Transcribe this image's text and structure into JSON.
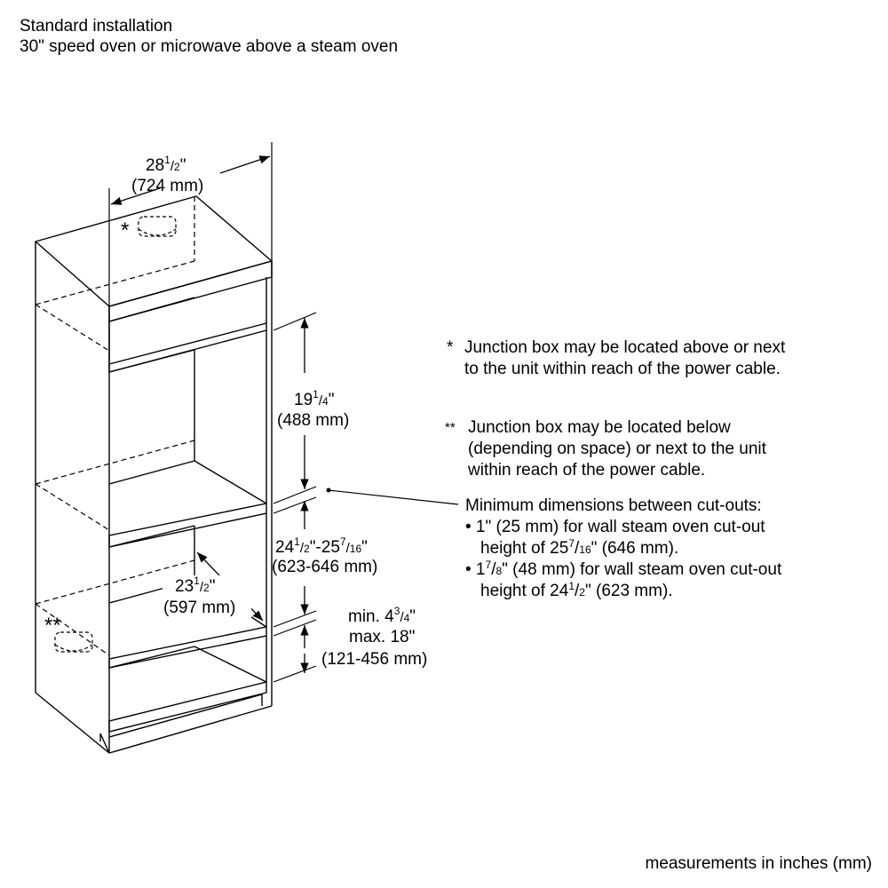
{
  "header": {
    "title": "Standard installation",
    "subtitle": "30\" speed oven or microwave above a steam oven"
  },
  "dimensions": {
    "width": {
      "whole": "28",
      "num": "1",
      "den": "2",
      "metric": "(724 mm)"
    },
    "upper_height": {
      "whole": "19",
      "num": "1",
      "den": "4",
      "metric": "(488 mm)"
    },
    "cutout_height": {
      "a_whole": "24",
      "a_num": "1",
      "a_den": "2",
      "b_whole": "25",
      "b_num": "7",
      "b_den": "16",
      "metric": "(623-646 mm)"
    },
    "depth": {
      "whole": "23",
      "num": "1",
      "den": "2",
      "metric": "(597 mm)"
    },
    "bottom_gap": {
      "line1_prefix": "min. 4",
      "line1_num": "3",
      "line1_den": "4",
      "line2": "max. 18\"",
      "metric": "(121-456 mm)"
    }
  },
  "markers": {
    "single": "*",
    "double": "**"
  },
  "notes": {
    "note1": {
      "mark": "*",
      "line1": "Junction box may be located above or next",
      "line2": "to the unit within reach of the power cable."
    },
    "note2": {
      "mark": "**",
      "line1": "Junction box may be located below",
      "line2": "(depending on space) or next to the unit",
      "line3": "within reach of the power cable."
    },
    "min_dims": {
      "heading": "Minimum dimensions between cut-outs:",
      "item1_line1": "• 1\" (25 mm) for wall steam oven cut-out",
      "item1_line2_prefix": "height of 25",
      "item1_line2_num": "7",
      "item1_line2_den": "16",
      "item1_line2_suffix": "\" (646 mm).",
      "item2_prefix": "• 1",
      "item2_num": "7",
      "item2_den": "8",
      "item2_suffix": "\" (48 mm) for wall steam oven cut-out",
      "item2_line2_prefix": "height of 24",
      "item2_line2_num": "1",
      "item2_line2_den": "2",
      "item2_line2_suffix": "\" (623 mm)."
    }
  },
  "footer": {
    "units": "measurements in inches (mm)"
  }
}
